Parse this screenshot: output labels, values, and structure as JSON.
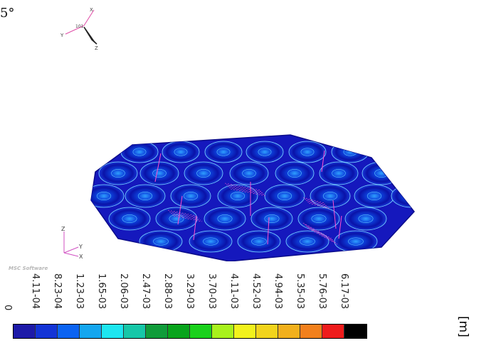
{
  "view": {
    "angle_label": "5°"
  },
  "triad_top": {
    "node": "101",
    "x": "X",
    "y": "Y",
    "z": "Z"
  },
  "triad_bottom": {
    "x": "X",
    "y": "Y",
    "z": "Z"
  },
  "logo_text": "MSC Software",
  "legend": {
    "unit": "[m]",
    "ticks": [
      "0",
      "4.11-04",
      "8.23-04",
      "1.23-03",
      "1.65-03",
      "2.06-03",
      "2.47-03",
      "2.88-03",
      "3.29-03",
      "3.70-03",
      "4.11-03",
      "4.52-03",
      "4.94-03",
      "5.35-03",
      "5.76-03",
      "6.17-03"
    ],
    "colors": [
      "#1d1aa8",
      "#1334d6",
      "#0b63f2",
      "#14a6ef",
      "#1de6f0",
      "#16c7a8",
      "#109c3a",
      "#08a41c",
      "#1ad11c",
      "#a8f21c",
      "#f2f21c",
      "#f2d41c",
      "#f2b01c",
      "#f2801c",
      "#ef1c1c",
      "#000000"
    ]
  },
  "plate": {
    "colors": {
      "base": "#1216b8",
      "cell": "#0a0fa6",
      "ring": "#0e4be0",
      "highlight": "#2db0ff",
      "stress": "#7bd9ff",
      "spring": "#ff4fd0"
    }
  }
}
